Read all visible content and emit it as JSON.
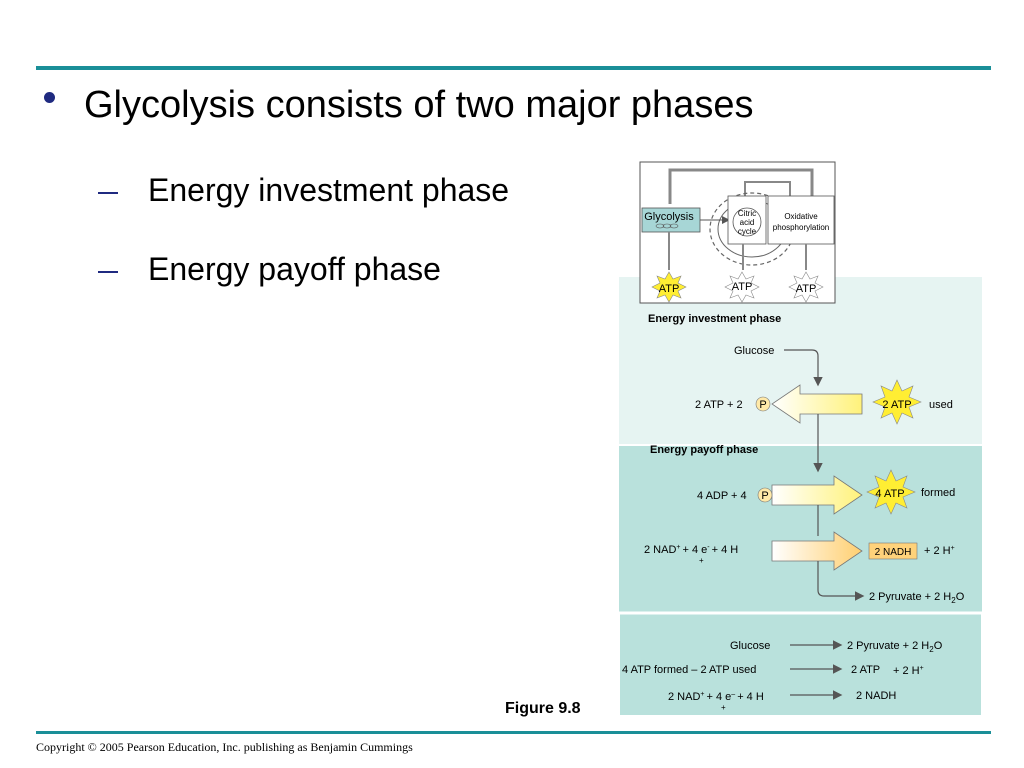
{
  "slide": {
    "bullet": "Glycolysis consists of two major phases",
    "subbullets": [
      "Energy investment phase",
      "Energy payoff phase"
    ],
    "figure_caption": "Figure 9.8",
    "copyright": "Copyright © 2005 Pearson Education, Inc. publishing as Benjamin Cummings"
  },
  "overview": {
    "glycolysis": "Glycolysis",
    "citric_1": "Citric",
    "citric_2": "acid",
    "citric_3": "cycle",
    "oxidative_1": "Oxidative",
    "oxidative_2": "phosphorylation",
    "atp": "ATP"
  },
  "investment": {
    "title": "Energy investment phase",
    "glucose": "Glucose",
    "left_text": "2 ATP + 2",
    "p": "P",
    "star_text": "2 ATP",
    "used": "used"
  },
  "payoff": {
    "title": "Energy payoff phase",
    "row1_left": "4 ADP + 4",
    "p": "P",
    "row1_star": "4 ATP",
    "formed": "formed",
    "row2_left": "2 NAD",
    "row2_sup": "+",
    "row2_mid": "+ 4 e",
    "row2_sup2": "-",
    "row2_end": "+ 4 H",
    "row2_under": "+",
    "nadh": "2 NADH",
    "h_plus": "+ 2 H",
    "h_sup": "+",
    "pyruvate": "2 Pyruvate + 2 H",
    "sub2": "2",
    "o": "O"
  },
  "net": {
    "glucose": "Glucose",
    "pyruvate": "2 Pyruvate + 2 H",
    "sub2": "2",
    "o": "O",
    "atp_line": "4 ATP formed – 2 ATP used",
    "atp_result": "2 ATP",
    "h_plus": "+ 2 H",
    "h_sup": "+",
    "nad_left": "2 NAD",
    "nad_sup": "+",
    "nad_mid": "+ 4 e",
    "nad_sup2": "–",
    "nad_end": "+ 4 H",
    "nad_under": "+",
    "nadh": "2 NADH"
  }
}
